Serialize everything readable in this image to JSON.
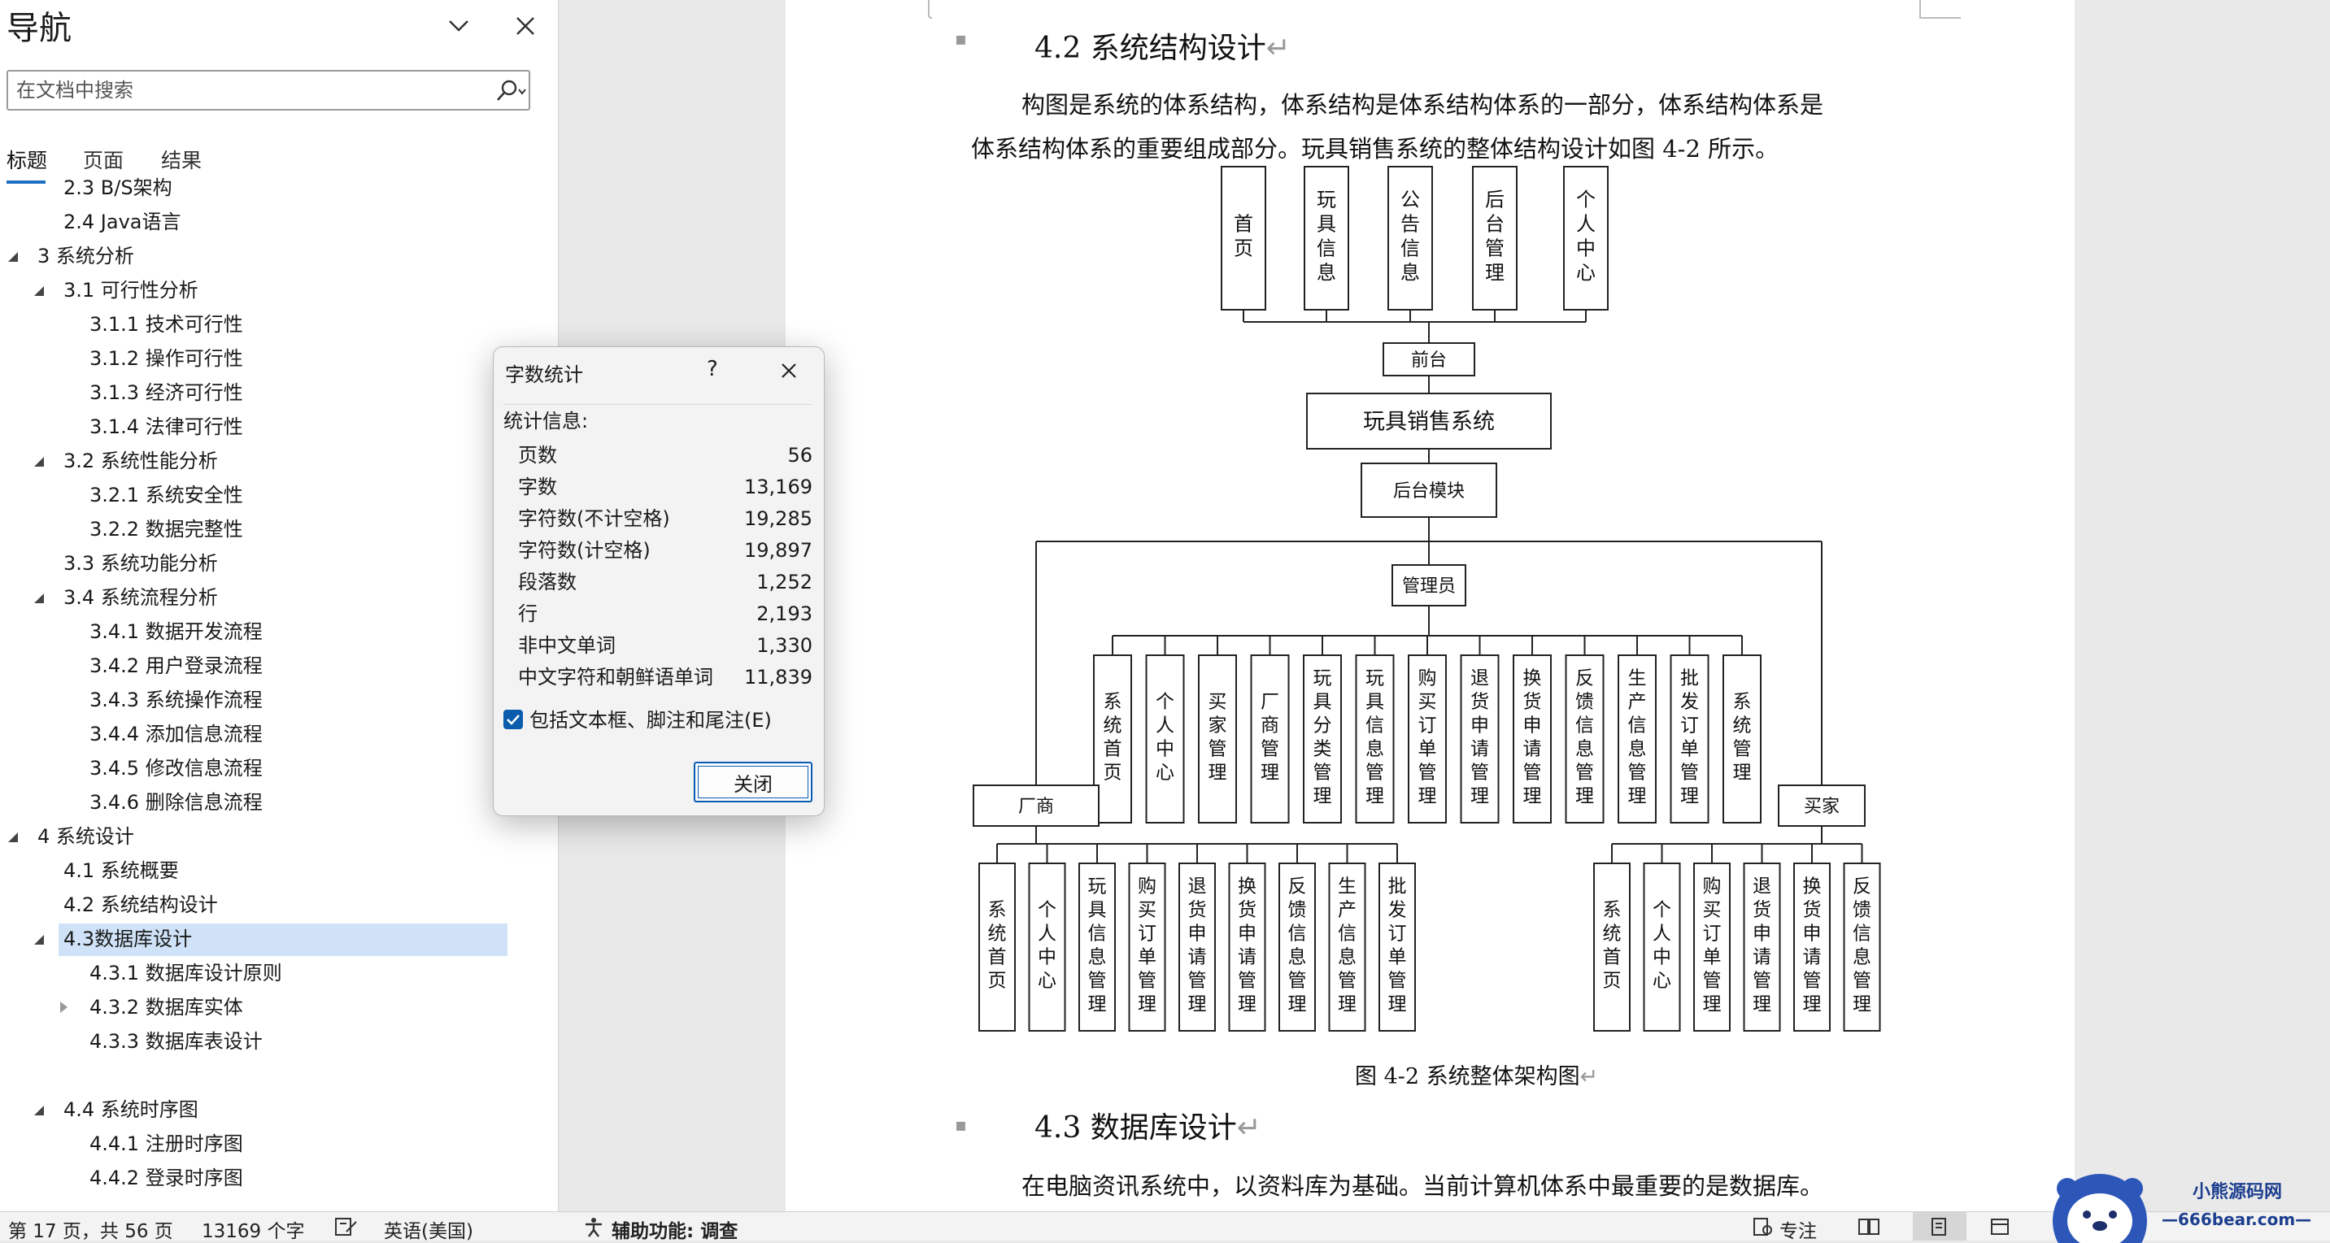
{
  "nav": {
    "title": "导航",
    "search_placeholder": "在文档中搜索",
    "tabs": [
      "标题",
      "页面",
      "结果"
    ],
    "outline": [
      {
        "label": "2.3 B/S架构",
        "level": 2,
        "toggle": "none"
      },
      {
        "label": "2.4 Java语言",
        "level": 2,
        "toggle": "none"
      },
      {
        "label": "3 系统分析",
        "level": 1,
        "toggle": "open"
      },
      {
        "label": "3.1 可行性分析",
        "level": 2,
        "toggle": "open"
      },
      {
        "label": "3.1.1 技术可行性",
        "level": 3,
        "toggle": "none"
      },
      {
        "label": "3.1.2 操作可行性",
        "level": 3,
        "toggle": "none"
      },
      {
        "label": "3.1.3 经济可行性",
        "level": 3,
        "toggle": "none"
      },
      {
        "label": "3.1.4 法律可行性",
        "level": 3,
        "toggle": "none"
      },
      {
        "label": "3.2 系统性能分析",
        "level": 2,
        "toggle": "open"
      },
      {
        "label": "3.2.1 系统安全性",
        "level": 3,
        "toggle": "none"
      },
      {
        "label": "3.2.2 数据完整性",
        "level": 3,
        "toggle": "none"
      },
      {
        "label": "3.3 系统功能分析",
        "level": 2,
        "toggle": "none"
      },
      {
        "label": "3.4 系统流程分析",
        "level": 2,
        "toggle": "open"
      },
      {
        "label": "3.4.1 数据开发流程",
        "level": 3,
        "toggle": "none"
      },
      {
        "label": "3.4.2 用户登录流程",
        "level": 3,
        "toggle": "none"
      },
      {
        "label": "3.4.3 系统操作流程",
        "level": 3,
        "toggle": "none"
      },
      {
        "label": "3.4.4 添加信息流程",
        "level": 3,
        "toggle": "none"
      },
      {
        "label": "3.4.5 修改信息流程",
        "level": 3,
        "toggle": "none"
      },
      {
        "label": "3.4.6 删除信息流程",
        "level": 3,
        "toggle": "none"
      },
      {
        "label": "4 系统设计",
        "level": 1,
        "toggle": "open"
      },
      {
        "label": "4.1 系统概要",
        "level": 2,
        "toggle": "none"
      },
      {
        "label": "4.2 系统结构设计",
        "level": 2,
        "toggle": "none"
      },
      {
        "label": "4.3数据库设计",
        "level": 2,
        "toggle": "open",
        "selected": true
      },
      {
        "label": "4.3.1 数据库设计原则",
        "level": 3,
        "toggle": "none"
      },
      {
        "label": "4.3.2 数据库实体",
        "level": 3,
        "toggle": "closed"
      },
      {
        "label": "4.3.3 数据库表设计",
        "level": 3,
        "toggle": "none"
      },
      {
        "label": "",
        "level": 3,
        "toggle": "none"
      },
      {
        "label": "4.4 系统时序图",
        "level": 2,
        "toggle": "open"
      },
      {
        "label": "4.4.1 注册时序图",
        "level": 3,
        "toggle": "none"
      },
      {
        "label": "4.4.2 登录时序图",
        "level": 3,
        "toggle": "none"
      }
    ]
  },
  "dialog": {
    "title": "字数统计",
    "help": "?",
    "section": "统计信息:",
    "stats": [
      {
        "label": "页数",
        "value": "56"
      },
      {
        "label": "字数",
        "value": "13,169"
      },
      {
        "label": "字符数(不计空格)",
        "value": "19,285"
      },
      {
        "label": "字符数(计空格)",
        "value": "19,897"
      },
      {
        "label": "段落数",
        "value": "1,252"
      },
      {
        "label": "行",
        "value": "2,193"
      },
      {
        "label": "非中文单词",
        "value": "1,330"
      },
      {
        "label": "中文字符和朝鲜语单词",
        "value": "11,839"
      }
    ],
    "checkbox_label": "包括文本框、脚注和尾注(E)",
    "checkbox_checked": true,
    "close_label": "关闭"
  },
  "document": {
    "heading1": "4.2  系统结构设计",
    "para1_line1": "构图是系统的体系结构，体系结构是体系结构体系的一部分，体系结构体系是",
    "para1_line2": "体系结构体系的重要组成部分。玩具销售系统的整体结构设计如图 4-2 所示。",
    "diagram": {
      "top_nodes": [
        "首页",
        "玩具信息",
        "公告信息",
        "后台管理",
        "个人中心"
      ],
      "front": "前台",
      "system": "玩具销售系统",
      "backend": "后台模块",
      "admin": "管理员",
      "admin_children": [
        "系统首页",
        "个人中心",
        "买家管理",
        "厂商管理",
        "玩具分类管理",
        "玩具信息管理",
        "购买订单管理",
        "退货申请管理",
        "换货申请管理",
        "反馈信息管理",
        "生产信息管理",
        "批发订单管理",
        "系统管理"
      ],
      "vendor": "厂商",
      "vendor_children": [
        "系统首页",
        "个人中心",
        "玩具信息管理",
        "购买订单管理",
        "退货申请管理",
        "换货申请管理",
        "反馈信息管理",
        "生产信息管理",
        "批发订单管理"
      ],
      "buyer": "买家",
      "buyer_children": [
        "系统首页",
        "个人中心",
        "购买订单管理",
        "退货申请管理",
        "换货申请管理",
        "反馈信息管理"
      ]
    },
    "caption": "图 4-2  系统整体架构图",
    "heading2": "4.3 数据库设计",
    "para2": "在电脑资讯系统中，以资料库为基础。当前计算机体系中最重要的是数据库。"
  },
  "status": {
    "page": "第 17 页，共 56 页",
    "words": "13169 个字",
    "language": "英语(美国)",
    "accessibility": "辅助功能: 调查",
    "focus": "专注"
  },
  "watermark": {
    "brand": "小熊源码网",
    "site": "—666bear.com—"
  },
  "colors": {
    "accent": "#1e6fc4",
    "selection": "#cfe2f7",
    "page": "#ffffff",
    "workspace": "#e9e9e9"
  }
}
